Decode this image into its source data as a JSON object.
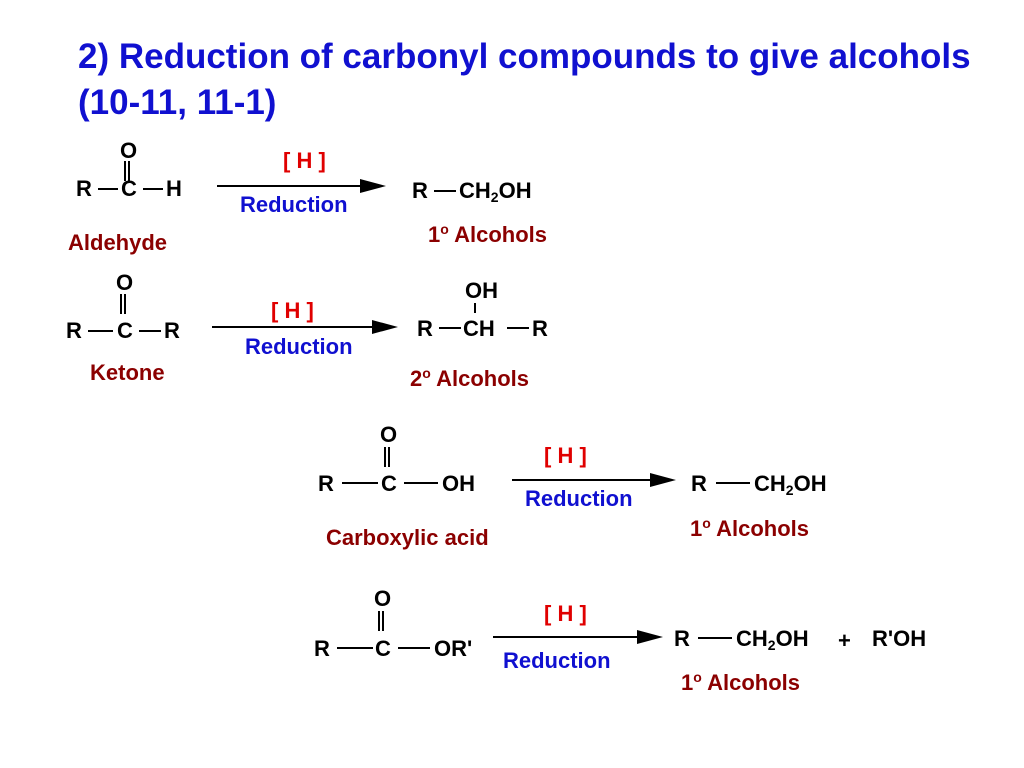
{
  "title": "2) Reduction of carbonyl compounds to give alcohols (10-11, 11-1)",
  "colors": {
    "title": "#1010d0",
    "reagent": "#e00000",
    "condition": "#1010d0",
    "name": "#8b0000",
    "atom": "#000000"
  },
  "reagent": "[ H ]",
  "condition": "Reduction",
  "r1": {
    "reactant": {
      "top": "O",
      "left": "R",
      "center": "C",
      "right": "H"
    },
    "name": "Aldehyde",
    "product": {
      "left": "R",
      "main": "CH",
      "sub": "2",
      "tail": "OH"
    },
    "degree": "1",
    "deg_sup": "o",
    "label": "Alcohols"
  },
  "r2": {
    "reactant": {
      "top": "O",
      "left": "R",
      "center": "C",
      "right": "R"
    },
    "name": "Ketone",
    "product": {
      "top": "OH",
      "left": "R",
      "main": "CH",
      "right": "R"
    },
    "degree": "2",
    "deg_sup": "o",
    "label": "Alcohols"
  },
  "r3": {
    "reactant": {
      "top": "O",
      "left": "R",
      "center": "C",
      "right": "OH"
    },
    "name": "Carboxylic acid",
    "product": {
      "left": "R",
      "main": "CH",
      "sub": "2",
      "tail": "OH"
    },
    "degree": "1",
    "deg_sup": "o",
    "label": "Alcohols"
  },
  "r4": {
    "reactant": {
      "top": "O",
      "left": "R",
      "center": "C",
      "right": "OR'"
    },
    "product": {
      "left": "R",
      "main": "CH",
      "sub": "2",
      "tail": "OH",
      "plus": "+",
      "extra": "R'OH"
    },
    "degree": "1",
    "deg_sup": "o",
    "label": "Alcohols"
  }
}
